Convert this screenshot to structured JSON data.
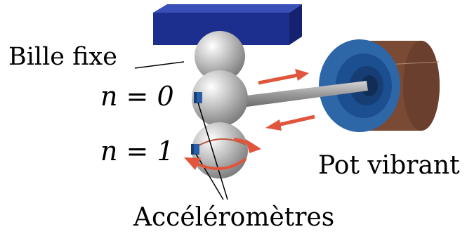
{
  "labels": {
    "fixed_ball": "Bille fixe",
    "ball_n0": "n = 0",
    "ball_n1": "n = 1",
    "shaker": "Pot vibrant",
    "accelerometers": "Accéléromètres"
  },
  "colors": {
    "fixed_block": "#1c2f8f",
    "shaker_outer": "#7a4a35",
    "shaker_ring": "#2e67a8",
    "arrows": "#e0553c",
    "sensor": "#2a5fa8",
    "ball": "#b0b0b0"
  }
}
